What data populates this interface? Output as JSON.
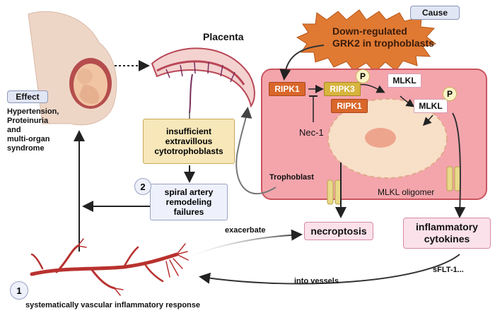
{
  "header": {
    "cause_tag": "Cause",
    "effect_tag": "Effect"
  },
  "cause_burst": {
    "line1": "Down-regulated",
    "line2": "GRK2 in trophoblasts"
  },
  "placenta": {
    "title": "Placenta"
  },
  "effect": {
    "line1": "Hypertension,",
    "line2": "Proteinuria",
    "line3": "and",
    "line4": "multi-organ",
    "line5": "syndrome"
  },
  "cell": {
    "ripk1_a": "RIPK1",
    "ripk3": "RIPK3",
    "ripk1_b": "RIPK1",
    "p_label": "P",
    "mlkl_1": "MLKL",
    "mlkl_2": "MLKL",
    "inhibitor": "Nec-1",
    "trophoblast_label": "Trophoblast",
    "oligomer_label": "MLKL oligomer"
  },
  "boxes": {
    "insufficient": {
      "line1": "insufficient",
      "line2": "extravillous",
      "line3": "cytotrophoblasts"
    },
    "spiral": {
      "line1": "spiral artery",
      "line2": "remodeling",
      "line3": "failures",
      "number": "2"
    },
    "necroptosis": "necroptosis",
    "inflammatory": {
      "line1": "inflammatory",
      "line2": "cytokines"
    }
  },
  "flow": {
    "exacerbate": "exacerbate",
    "sflt": "sFLT-1...",
    "into_vessels": "into vessels",
    "number_1": "1",
    "response": "systematically vascular inflammatory response"
  },
  "colors": {
    "cell_fill": "#f4a5ac",
    "cell_border": "#c9545f",
    "nucleus_fill": "#f8dfc8",
    "burst_fill": "#e07a33",
    "vessel": "#b8322f",
    "placenta": "#b94656"
  }
}
